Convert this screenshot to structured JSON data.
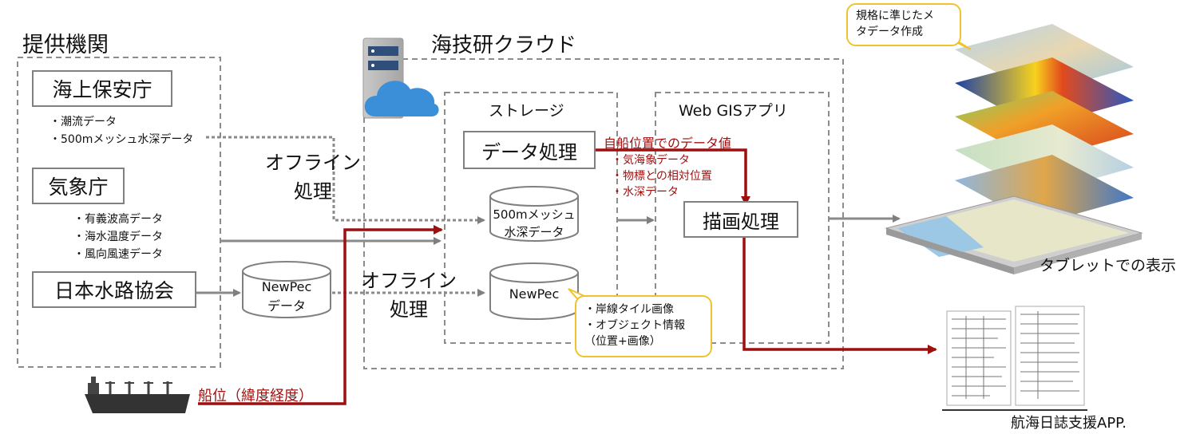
{
  "providers": {
    "title": "提供機関",
    "org1": {
      "name": "海上保安庁",
      "items": [
        "・潮流データ",
        "・500mメッシュ水深データ"
      ]
    },
    "org2": {
      "name": "気象庁",
      "items": [
        "・有義波高データ",
        "・海水温度データ",
        "・風向風速データ"
      ]
    },
    "org3": {
      "name": "日本水路協会"
    }
  },
  "newpec_data": {
    "line1": "NewPec",
    "line2": "データ"
  },
  "cloud": {
    "title": "海技研クラウド",
    "storage": {
      "title": "ストレージ",
      "processing": "データ処理",
      "mesh_db": {
        "line1": "500mメッシュ",
        "line2": "水深データ"
      },
      "newpec_db": "NewPec"
    },
    "webgis": {
      "title": "Web GISアプリ",
      "render": "描画処理"
    }
  },
  "offline_top": {
    "line1": "オフライン",
    "line2": "処理"
  },
  "offline_bottom": {
    "line1": "オフライン",
    "line2": "処理"
  },
  "position_values": {
    "heading": "自船位置でのデータ値",
    "items": [
      "・気海象データ",
      "・物標との相対位置",
      "・水深データ"
    ]
  },
  "newpec_callout": [
    "・岸線タイル画像",
    "・オブジェクト情報",
    "（位置+画像）"
  ],
  "metadata_callout": [
    "規格に準じたメ",
    "タデータ作成"
  ],
  "ship_label": "船位（緯度経度）",
  "tablet_label": "タブレットでの表示",
  "logbook_label": "航海日誌支援APP.",
  "colors": {
    "red_flow": "#9e0f0f",
    "gray_flow": "#7f7f7f",
    "callout_border": "#f0c22e",
    "cloud_blue": "#3b8fd9"
  }
}
